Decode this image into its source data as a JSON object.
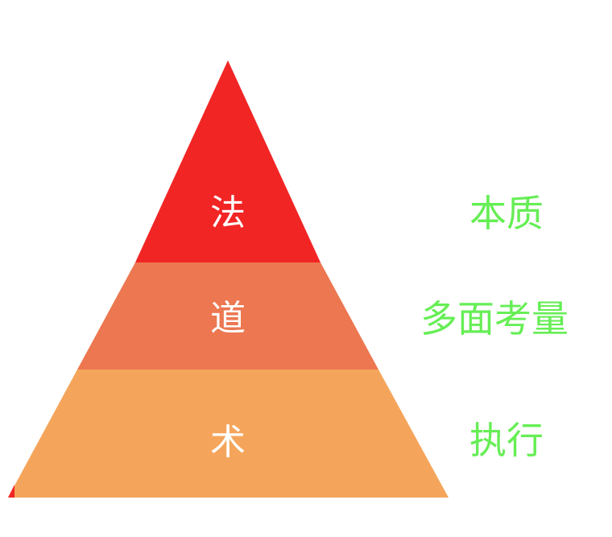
{
  "diagram": {
    "title": "",
    "type": "pyramid",
    "background_color": "#ffffff",
    "tiers": [
      {
        "label": "法",
        "side_label": "本质",
        "fill_color": "#F22525",
        "label_color": "#ffffff",
        "side_label_color": "#66EE55",
        "level": 1
      },
      {
        "label": "道",
        "side_label": "多面考量",
        "fill_color": "#EC7750",
        "label_color": "#ffffff",
        "side_label_color": "#66EE55",
        "level": 2
      },
      {
        "label": "术",
        "side_label": "执行",
        "fill_color": "#F4A55B",
        "label_color": "#ffffff",
        "side_label_color": "#66EE55",
        "level": 3
      }
    ],
    "marker": {
      "name": "corner-marker",
      "fill_color": "#F22525"
    }
  }
}
